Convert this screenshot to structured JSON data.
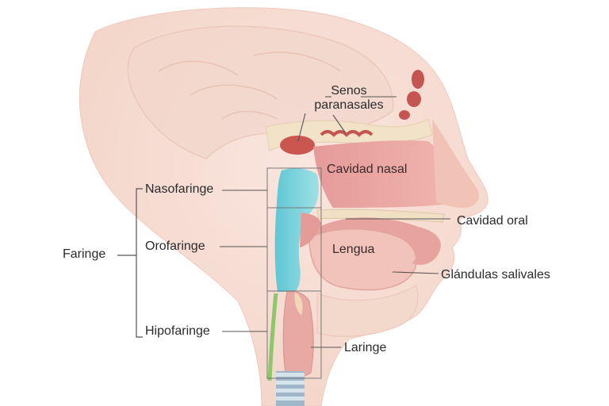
{
  "labels": {
    "senos": "Senos\nparanasales",
    "cavidad_nasal": "Cavidad nasal",
    "nasofaringe": "Nasofaringe",
    "cavidad_oral": "Cavidad oral",
    "faringe": "Faringe",
    "orofaringe": "Orofaringe",
    "lengua": "Lengua",
    "glandulas": "Glándulas salivales",
    "hipofaringe": "Hipofaringe",
    "laringe": "Laringe"
  },
  "colors": {
    "skin": "#f6d9cf",
    "skin_dark": "#eec0b2",
    "tissue_pink": "#e9a3a1",
    "tissue_red": "#c85a55",
    "pharynx_blue": "#7fd3dc",
    "airway_green": "#9bcf7a",
    "bone": "#f3e6cc",
    "label_line": "#555555"
  }
}
